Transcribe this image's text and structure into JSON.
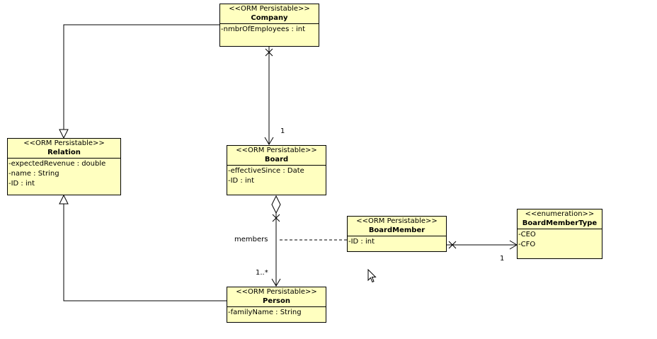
{
  "classes": {
    "company": {
      "stereotype": "<<ORM Persistable>>",
      "name": "Company",
      "attributes": [
        "-nmbrOfEmployees : int"
      ]
    },
    "relation": {
      "stereotype": "<<ORM Persistable>>",
      "name": "Relation",
      "attributes": [
        "-expectedRevenue : double",
        "-name : String",
        "-ID : int"
      ]
    },
    "board": {
      "stereotype": "<<ORM Persistable>>",
      "name": "Board",
      "attributes": [
        "-effectiveSince : Date",
        "-ID : int"
      ]
    },
    "board_member": {
      "stereotype": "<<ORM Persistable>>",
      "name": "BoardMember",
      "attributes": [
        "-ID : int"
      ]
    },
    "board_member_type": {
      "stereotype": "<<enumeration>>",
      "name": "BoardMemberType",
      "attributes": [
        "-CEO",
        "-CFO"
      ]
    },
    "person": {
      "stereotype": "<<ORM Persistable>>",
      "name": "Person",
      "attributes": [
        "-familyName : String"
      ]
    }
  },
  "labels": {
    "company_board_multiplicity": "1",
    "members_role": "members",
    "members_multiplicity": "1..*",
    "type_multiplicity": "1"
  },
  "icons": {
    "cursor": "mouse-pointer-icon"
  }
}
